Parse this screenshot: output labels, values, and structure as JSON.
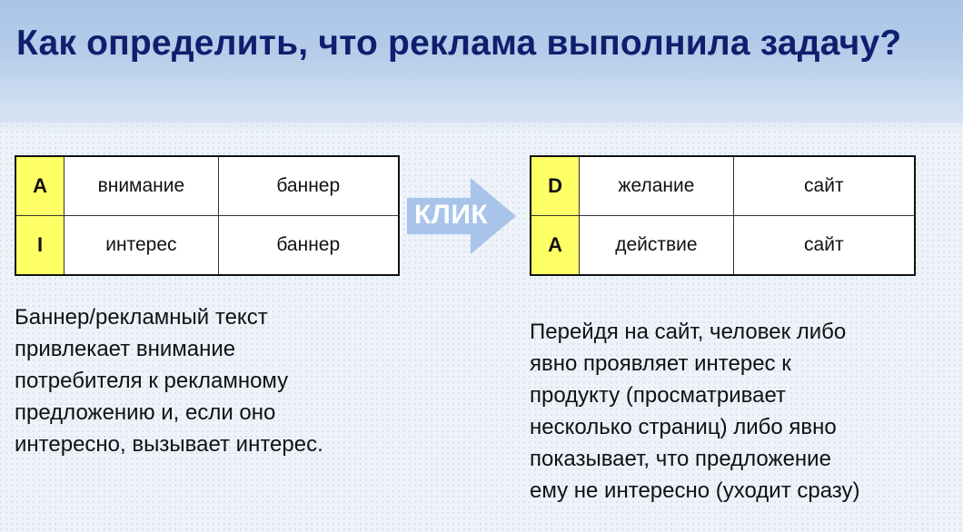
{
  "title": "Как определить, что реклама выполнила задачу?",
  "table_left": {
    "rows": [
      {
        "letter": "A",
        "stage": "внимание",
        "channel": "баннер"
      },
      {
        "letter": "I",
        "stage": "интерес",
        "channel": "баннер"
      }
    ]
  },
  "arrow": {
    "label": "КЛИК"
  },
  "table_right": {
    "rows": [
      {
        "letter": "D",
        "stage": "желание",
        "channel": "сайт"
      },
      {
        "letter": "A",
        "stage": "действие",
        "channel": "сайт"
      }
    ]
  },
  "left_text": {
    "lines": [
      "Баннер/рекламный текст",
      "привлекает внимание",
      "потребителя к рекламному",
      "предложению и, если оно",
      "интересно, вызывает интерес."
    ]
  },
  "right_text": {
    "lines": [
      "Перейдя на сайт, человек либо",
      "явно проявляет интерес к",
      "продукту (просматривает",
      "несколько страниц) либо явно",
      "показывает, что предложение",
      "ему не интересно (уходит сразу)"
    ]
  },
  "colors": {
    "title": "#0f1f6e",
    "letter_cell": "#ffff66",
    "arrow": "#a8c4ea"
  },
  "icons": {
    "arrow": "right-arrow-icon"
  }
}
